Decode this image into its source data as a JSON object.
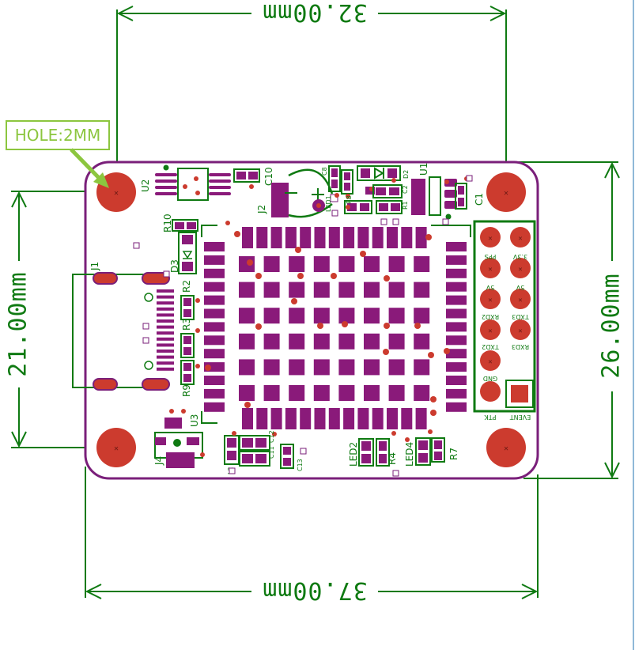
{
  "colors": {
    "dimension": "#0f7a12",
    "board_outline": "#7a1f7a",
    "pad_purple": "#8a1a7a",
    "hole_red": "#cc3b2e",
    "via_red": "#cc3b2e",
    "callout_green": "#8cc63f"
  },
  "dimensions": {
    "top": "32.00mm",
    "bottom": "37.00mm",
    "left": "21.00mm",
    "right": "26.00mm"
  },
  "callout": {
    "text": "HOLE:2MM"
  },
  "refdes": {
    "u2": "U2",
    "c10": "C10",
    "j2": "J2",
    "u1": "U1",
    "c1": "C1",
    "d2": "D2",
    "r10": "R10",
    "d3": "D3",
    "j1": "J1",
    "r2": "R2",
    "r3": "R3",
    "r9": "R9",
    "u3": "U3",
    "j4": "J4",
    "led2": "LED2",
    "r4": "R4",
    "led4": "LED4",
    "r7": "R7",
    "l2": "L2",
    "c11": "C11",
    "c12": "C12",
    "c13": "C13",
    "c8": "C8",
    "r8": "R8",
    "c2": "C2",
    "r1": "R1",
    "led1": "LED1"
  },
  "header_pins": {
    "pps": "PPS",
    "v33": "3.3V",
    "v5a": "5V",
    "v5b": "5V",
    "rxd2": "RXD2",
    "txd3": "TXD3",
    "txd2": "TXD2",
    "rxd3": "RXD3",
    "gnd": "GND",
    "ptk": "PTK",
    "event": "EVENT"
  }
}
